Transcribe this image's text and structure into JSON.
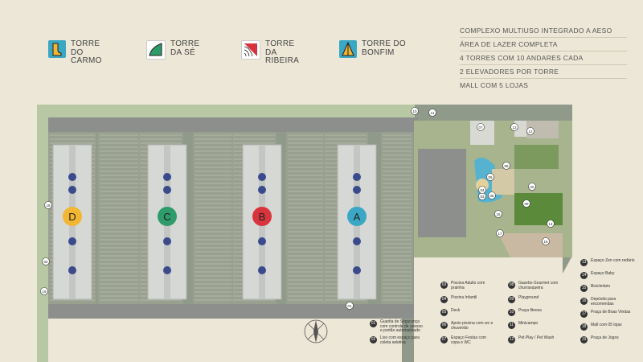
{
  "towers": [
    {
      "name": "TORRE\nDO\nCARMO",
      "color": "#f2b632",
      "icon": "carmo-tower-icon"
    },
    {
      "name": "TORRE\nDA SÉ",
      "color": "#2e9b6a",
      "icon": "se-tower-icon"
    },
    {
      "name": "TORRE\nDA\nRIBEIRA",
      "color": "#d8343d",
      "icon": "ribeira-tower-icon"
    },
    {
      "name": "TORRE DO\nBONFIM",
      "color": "#3aa7c4",
      "icon": "bonfim-tower-icon"
    }
  ],
  "features": [
    "COMPLEXO MULTIUSO INTEGRADO A AESO",
    "ÁREA DE LAZER COMPLETA",
    "4 TORRES COM 10 ANDARES CADA",
    "2 ELEVADORES POR TORRE",
    "MALL COM 5 LOJAS"
  ],
  "buildings": [
    {
      "letter": "D",
      "color": "#f2b632"
    },
    {
      "letter": "C",
      "color": "#2e9b6a"
    },
    {
      "letter": "B",
      "color": "#d8343d"
    },
    {
      "letter": "A",
      "color": "#3aa7c4"
    }
  ],
  "map_markers": [
    "01",
    "02",
    "03",
    "04",
    "05",
    "06",
    "07",
    "08",
    "09",
    "10",
    "11",
    "12",
    "13",
    "14",
    "15",
    "16",
    "17",
    "18",
    "19",
    "20"
  ],
  "legend_items": [
    {
      "num": "01",
      "text": "Guarita de Segurança com controle de acesso e portão automatizado"
    },
    {
      "num": "02",
      "text": "Lixo com espaço para coleta seletiva"
    },
    {
      "num": "03",
      "text": "Piscina Adulto com prainha"
    },
    {
      "num": "04",
      "text": "Piscina Infantil"
    },
    {
      "num": "05",
      "text": "Deck"
    },
    {
      "num": "06",
      "text": "Apoio piscina com wc e chuveirão"
    },
    {
      "num": "07",
      "text": "Espaço Festas com copa e WC"
    },
    {
      "num": "08",
      "text": "Gazebo Gourmet com churrasqueira"
    },
    {
      "num": "09",
      "text": "Playground"
    },
    {
      "num": "10",
      "text": "Praça fitness"
    },
    {
      "num": "11",
      "text": "Minicampo"
    },
    {
      "num": "12",
      "text": "Pet Play / Pet Wash"
    },
    {
      "num": "13",
      "text": "Espaço Zen com redário"
    },
    {
      "num": "14",
      "text": "Espaço Baby"
    },
    {
      "num": "15",
      "text": "Bicicletário"
    },
    {
      "num": "16",
      "text": "Depósito para encomendas"
    },
    {
      "num": "17",
      "text": "Praça de Boas Vindas"
    },
    {
      "num": "18",
      "text": "Mall com 05 lojas"
    },
    {
      "num": "19",
      "text": "Praça de Jogos"
    }
  ]
}
